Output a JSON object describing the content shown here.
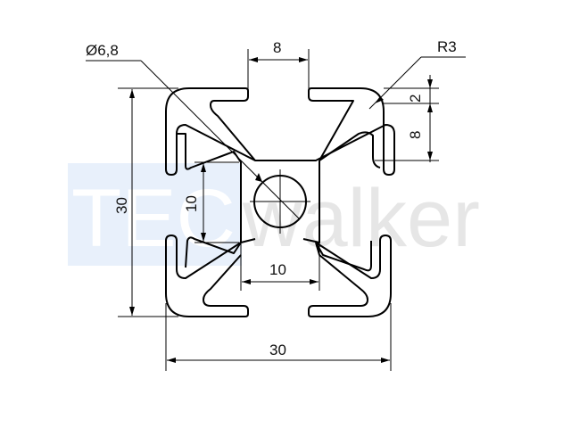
{
  "watermark": {
    "left_part": "TEC",
    "right_part": "walker"
  },
  "dimensions": {
    "hole_diameter": "Ø6,8",
    "slot_width": "8",
    "corner_radius": "R3",
    "wall_thickness": "2",
    "slot_depth": "8",
    "overall_height": "30",
    "core_height": "10",
    "core_width": "10",
    "overall_width": "30"
  },
  "colors": {
    "line": "#000000",
    "watermark_box": "#e8f0fb",
    "watermark_text": "#e6e6e6"
  }
}
